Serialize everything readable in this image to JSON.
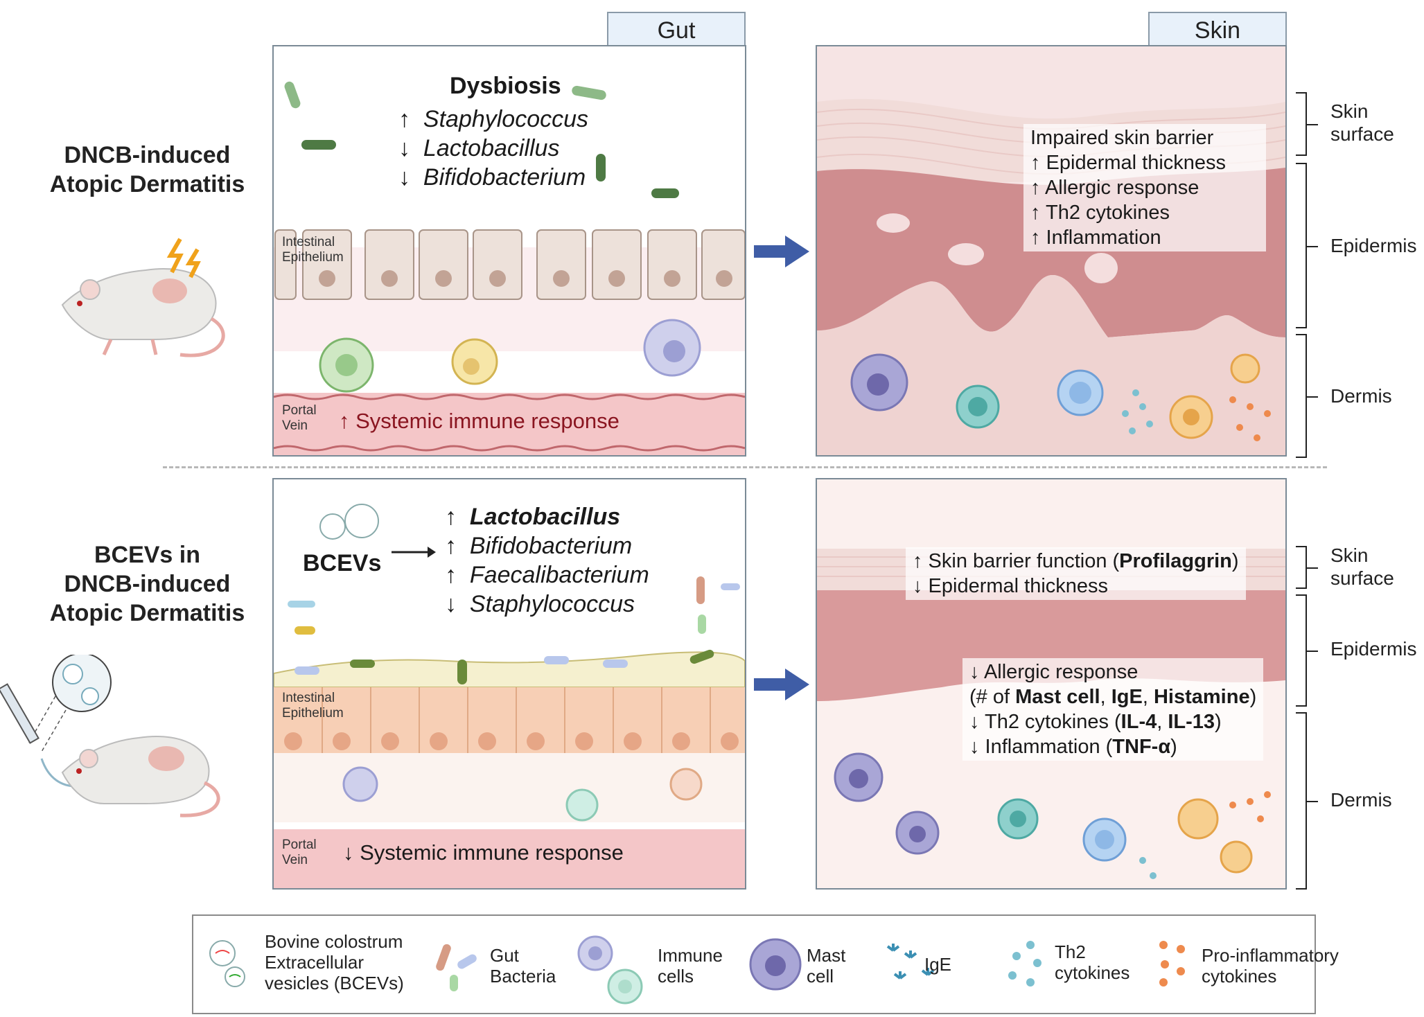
{
  "tabs": {
    "gut": "Gut",
    "skin": "Skin"
  },
  "rows": {
    "top": {
      "line1": "DNCB-induced",
      "line2": "Atopic Dermatitis"
    },
    "bottom": {
      "line1": "BCEVs in",
      "line2": "DNCB-induced",
      "line3": "Atopic Dermatitis"
    }
  },
  "gut_top": {
    "title": "Dysbiosis",
    "items": [
      {
        "arrow": "↑",
        "name": "Staphylococcus"
      },
      {
        "arrow": "↓",
        "name": "Lactobacillus"
      },
      {
        "arrow": "↓",
        "name": "Bifidobacterium"
      }
    ],
    "epithelium": [
      "Intestinal",
      "Epithelium"
    ],
    "portal": [
      "Portal",
      "Vein"
    ],
    "systemic": "↑ Systemic immune response"
  },
  "gut_bottom": {
    "bcevs": "BCEVs",
    "items": [
      {
        "arrow": "↑",
        "name": "Lactobacillus",
        "bold": true
      },
      {
        "arrow": "↑",
        "name": "Bifidobacterium"
      },
      {
        "arrow": "↑",
        "name": "Faecalibacterium"
      },
      {
        "arrow": "↓",
        "name": "Staphylococcus"
      }
    ],
    "epithelium": [
      "Intestinal",
      "Epithelium"
    ],
    "portal": [
      "Portal",
      "Vein"
    ],
    "systemic": "↓ Systemic immune response"
  },
  "skin_top": {
    "lines": [
      "Impaired skin barrier",
      "↑ Epidermal thickness",
      "↑ Allergic response",
      "↑ Th2 cytokines",
      "↑ Inflammation"
    ]
  },
  "skin_bottom": {
    "barrier_pre": "↑ Skin barrier function (",
    "barrier_bold": "Profilaggrin",
    "barrier_post": ")",
    "thickness": "↓ Epidermal thickness",
    "allergic": "↓ Allergic response",
    "allergic2_pre": "(# of ",
    "mast": "Mast cell",
    "sep1": ", ",
    "ige": "IgE",
    "sep2": ", ",
    "histamine": "Histamine",
    "allergic2_post": ")",
    "th2_pre": "↓ Th2 cytokines (",
    "il4": "IL-4",
    "sep3": ", ",
    "il13": "IL-13",
    "th2_post": ")",
    "inf_pre": "↓ Inflammation (",
    "tnf": "TNF-α",
    "inf_post": ")"
  },
  "layers": {
    "surface": [
      "Skin",
      "surface"
    ],
    "epidermis": "Epidermis",
    "dermis": "Dermis"
  },
  "legend": {
    "bcev": [
      "Bovine colostrum",
      "Extracellular",
      "vesicles (BCEVs)"
    ],
    "gut": [
      "Gut",
      "Bacteria"
    ],
    "immune": [
      "Immune",
      "cells"
    ],
    "mast": [
      "Mast",
      "cell"
    ],
    "ige": "IgE",
    "th2": [
      "Th2",
      "cytokines"
    ],
    "pro": [
      "Pro-inflammatory",
      "cytokines"
    ]
  },
  "colors": {
    "arrow": "#3f5da6",
    "tissue": "#c98888",
    "epithelium": "#ecdcd5",
    "portal": "#f1c6c8",
    "systemic_text": "#8a1520"
  }
}
